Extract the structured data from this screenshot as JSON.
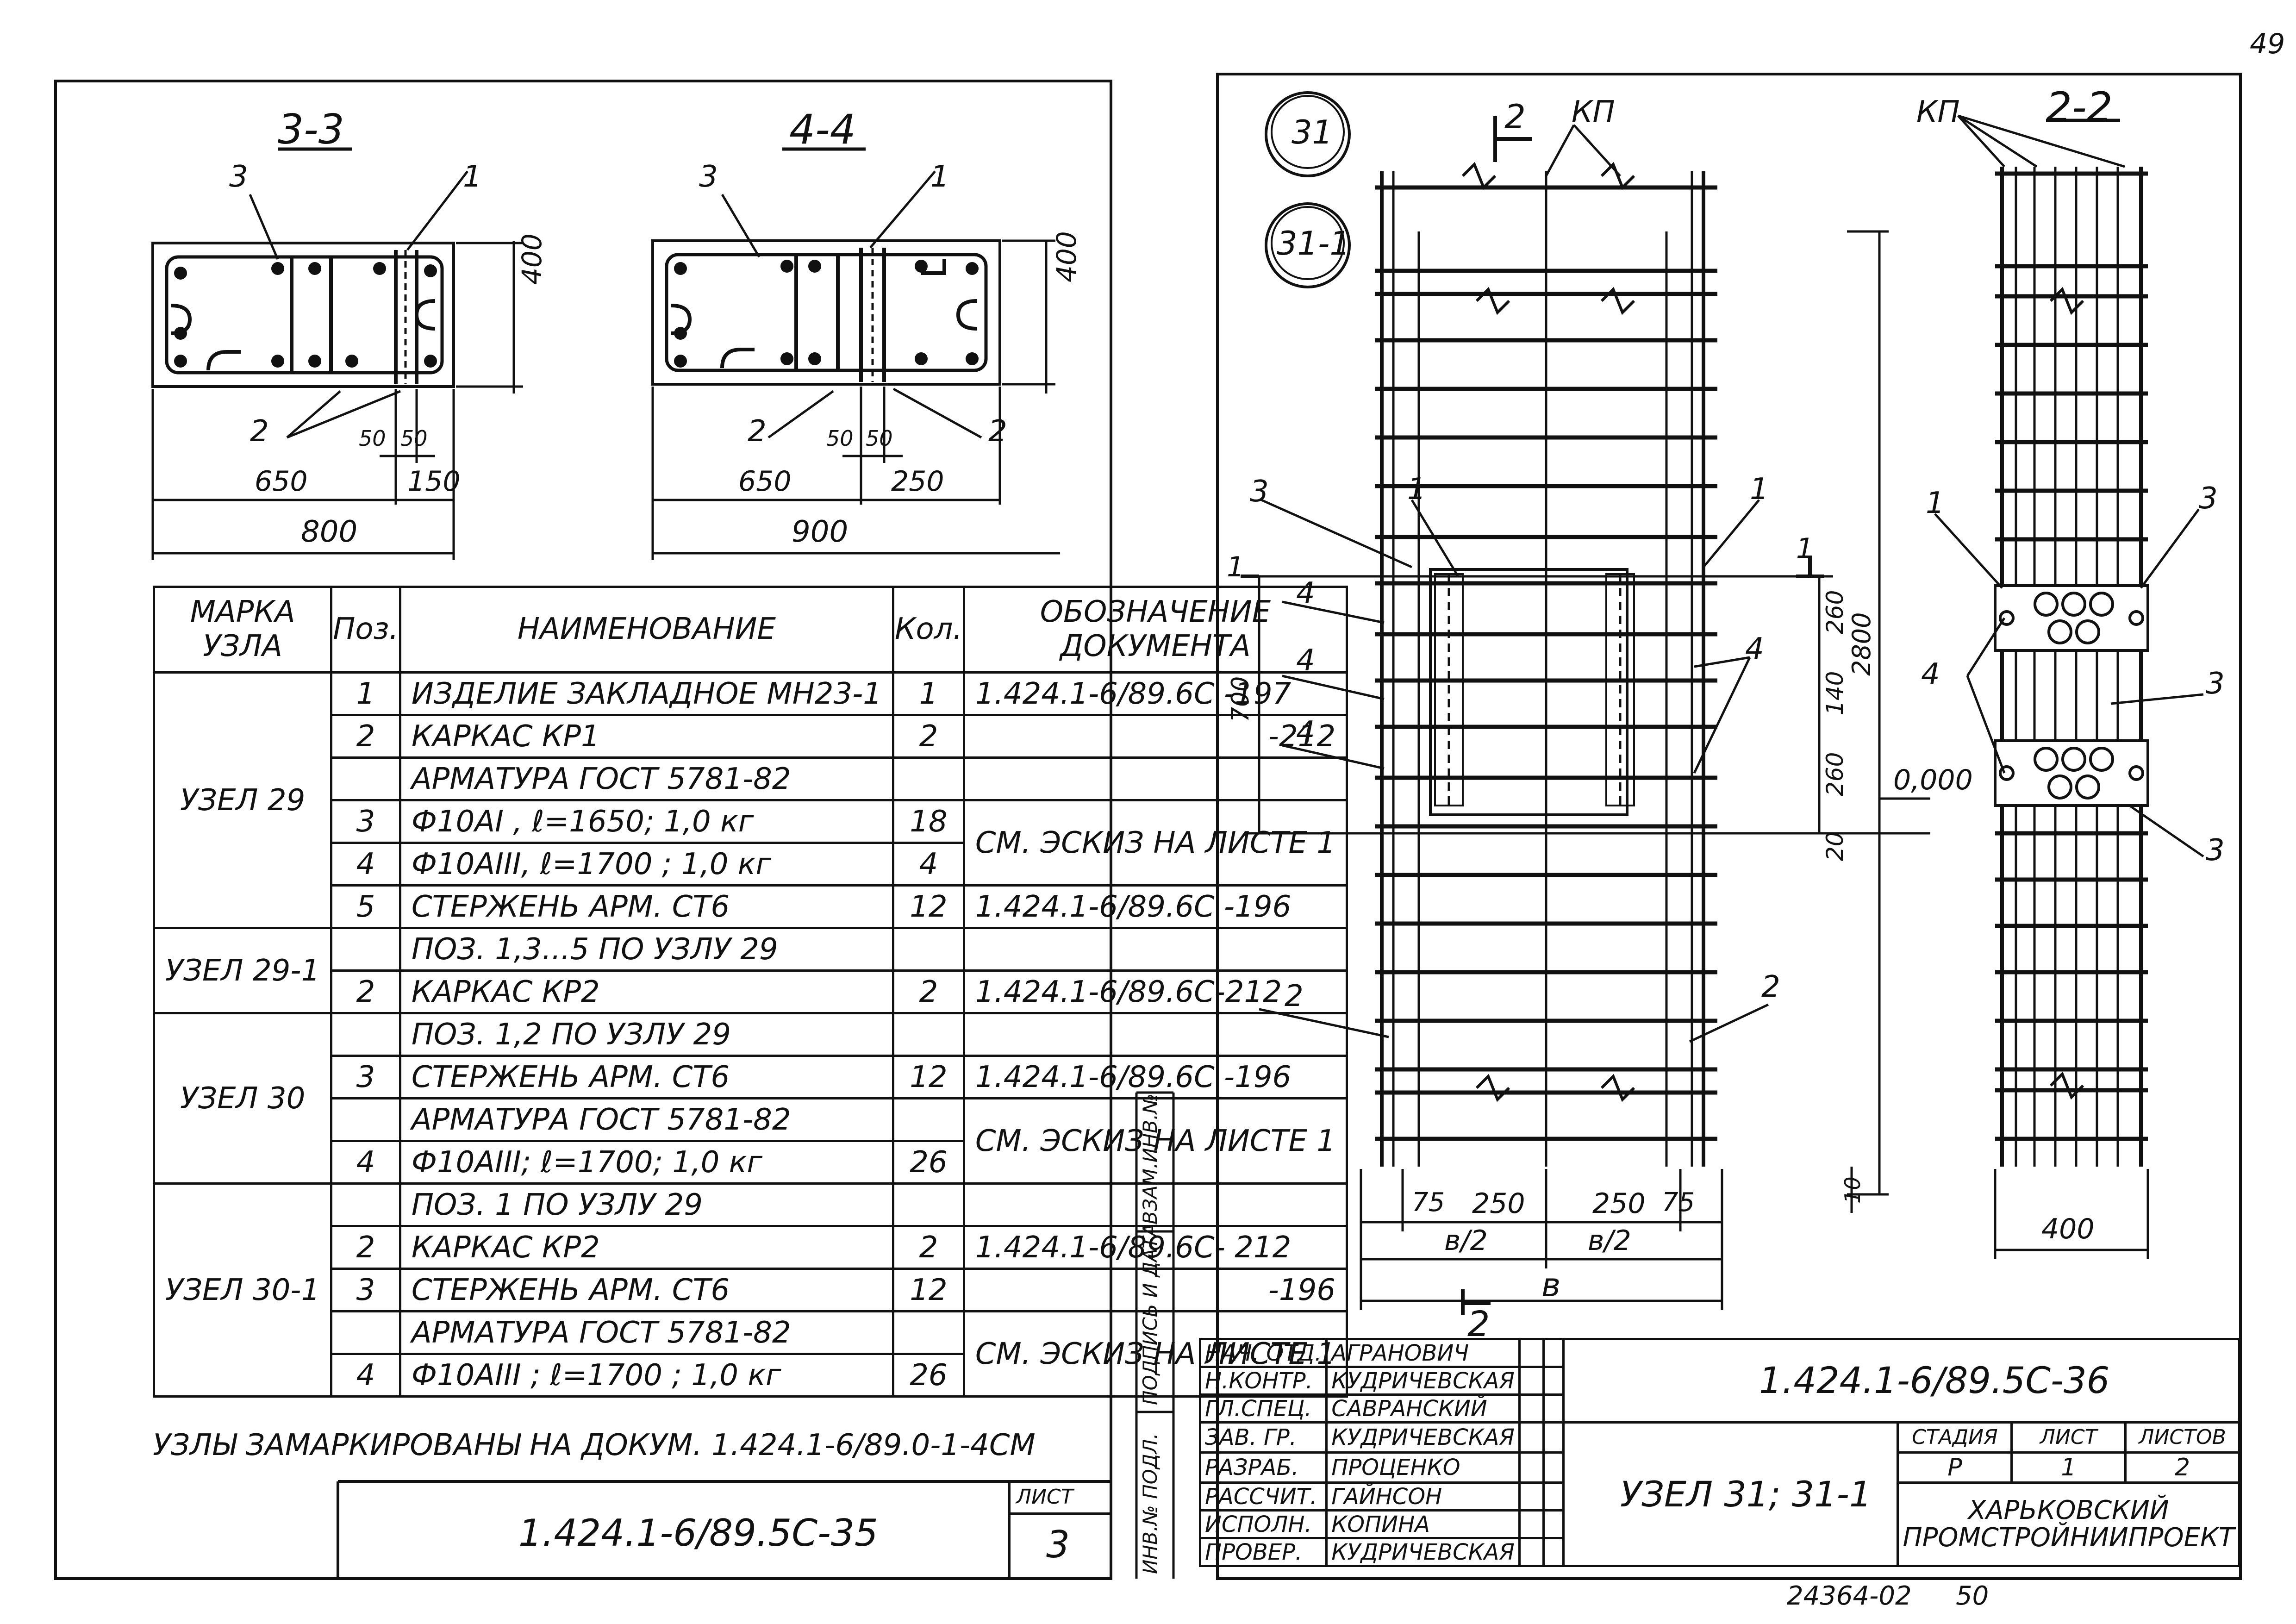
{
  "page_number": "49",
  "left_sheet": {
    "section_3_3": {
      "title": "3-3",
      "dims": {
        "h": "400",
        "a": "650",
        "b": "150",
        "s1": "50",
        "s2": "50",
        "total": "800"
      },
      "labels": {
        "p1": "1",
        "p2": "2",
        "p3": "3"
      }
    },
    "section_4_4": {
      "title": "4-4",
      "dims": {
        "h": "400",
        "a": "650",
        "b": "250",
        "s1": "50",
        "s2": "50",
        "total": "900"
      },
      "labels": {
        "p1": "1",
        "p2a": "2",
        "p2b": "2",
        "p3": "3"
      }
    },
    "table": {
      "headers": {
        "mark": "МАРКА УЗЛА",
        "pos": "Поз.",
        "name": "НАИМЕНОВАНИЕ",
        "qty": "Кол.",
        "doc": "ОБОЗНАЧЕНИЕ ДОКУМЕНТА"
      },
      "rows": [
        {
          "pos": "1",
          "name": "ИЗДЕЛИЕ ЗАКЛАДНОЕ МН23-1",
          "qty": "1",
          "doc": "1.424.1-6/89.6С -197"
        },
        {
          "pos": "2",
          "name": "КАРКАС КР1",
          "qty": "2",
          "doc": "-212"
        },
        {
          "pos": "",
          "name": "АРМАТУРА ГОСТ 5781-82",
          "qty": "",
          "doc": ""
        },
        {
          "pos": "3",
          "name": "Ф10АI , ℓ=1650; 1,0 кг",
          "qty": "18",
          "doc": "СМ. ЭСКИЗ НА ЛИСТЕ 1"
        },
        {
          "pos": "4",
          "name": "Ф10АIII, ℓ=1700 ; 1,0 кг",
          "qty": "4",
          "doc": ""
        },
        {
          "pos": "5",
          "name": "СТЕРЖЕНЬ АРМ. СТ6",
          "qty": "12",
          "doc": "1.424.1-6/89.6С -196"
        },
        {
          "pos": "",
          "name": "ПОЗ. 1,3...5 ПО УЗЛУ 29",
          "qty": "",
          "doc": ""
        },
        {
          "pos": "2",
          "name": "КАРКАС КР2",
          "qty": "2",
          "doc": "1.424.1-6/89.6С-212"
        },
        {
          "pos": "",
          "name": "ПОЗ. 1,2 ПО УЗЛУ 29",
          "qty": "",
          "doc": ""
        },
        {
          "pos": "3",
          "name": "СТЕРЖЕНЬ АРМ. СТ6",
          "qty": "12",
          "doc": "1.424.1-6/89.6С -196"
        },
        {
          "pos": "",
          "name": "АРМАТУРА ГОСТ 5781-82",
          "qty": "",
          "doc": "СМ. ЭСКИЗ НА ЛИСТЕ 1"
        },
        {
          "pos": "4",
          "name": "Ф10АIII; ℓ=1700; 1,0 кг",
          "qty": "26",
          "doc": ""
        },
        {
          "pos": "",
          "name": "ПОЗ. 1 ПО УЗЛУ 29",
          "qty": "",
          "doc": ""
        },
        {
          "pos": "2",
          "name": "КАРКАС КР2",
          "qty": "2",
          "doc": "1.424.1-6/89.6С- 212"
        },
        {
          "pos": "3",
          "name": "СТЕРЖЕНЬ АРМ. СТ6",
          "qty": "12",
          "doc": "-196"
        },
        {
          "pos": "",
          "name": "АРМАТУРА ГОСТ 5781-82",
          "qty": "",
          "doc": "СМ. ЭСКИЗ НА ЛИСТЕ 1"
        },
        {
          "pos": "4",
          "name": "Ф10АIII ; ℓ=1700 ; 1,0 кг",
          "qty": "26",
          "doc": ""
        }
      ],
      "marks": [
        "УЗЕЛ 29",
        "УЗЕЛ 29-1",
        "УЗЕЛ 30",
        "УЗЕЛ 30-1"
      ]
    },
    "note": "УЗЛЫ ЗАМАРКИРОВАНЫ НА ДОКУМ. 1.424.1-6/89.0-1-4СМ",
    "doc_code": "1.424.1-6/89.5С-35",
    "sheet_label": "ЛИСТ",
    "sheet_number": "3"
  },
  "right_sheet": {
    "node_marks": [
      "31",
      "31-1"
    ],
    "labels": {
      "kp": "КП",
      "kp2": "КП",
      "s2": "2",
      "section_1": "1",
      "section_1b": "1",
      "section_2_2": "2-2",
      "b_half1": "в/2",
      "b_half2": "в/2",
      "b": "в",
      "mark_2": "2",
      "elev": "0,000"
    },
    "pos_labels": [
      "3",
      "1",
      "1",
      "4",
      "4",
      "4",
      "2",
      "2",
      "1",
      "3",
      "4",
      "3",
      "3"
    ],
    "dims_v": [
      "700",
      "260",
      "140",
      "260",
      "20",
      "2800",
      "10"
    ],
    "dims_h": [
      "75",
      "250",
      "250",
      "75",
      "400"
    ],
    "title_block": {
      "roles": [
        "НАЧ. ОТД.",
        "Н.КОНТР.",
        "ГЛ.СПЕЦ.",
        "ЗАВ. ГР.",
        "РАЗРАБ.",
        "РАССЧИТ.",
        "ИСПОЛН.",
        "ПРОВЕР."
      ],
      "names": [
        "АГРАНОВИЧ",
        "КУДРИЧЕВСКАЯ",
        "САВРАНСКИЙ",
        "КУДРИЧЕВСКАЯ",
        "ПРОЦЕНКО",
        "ГАЙНСОН",
        "КОПИНА",
        "КУДРИЧЕВСКАЯ"
      ],
      "doc_code": "1.424.1-6/89.5С-36",
      "title": "УЗЕЛ 31; 31-1",
      "stage_header": "СТАДИЯ",
      "sheet_header": "ЛИСТ",
      "sheets_header": "ЛИСТОВ",
      "stage": "Р",
      "sheet": "1",
      "sheets": "2",
      "org": "ХАРЬКОВСКИЙ ПРОМСТРОЙНИИПРОЕКТ"
    },
    "side_stamp": [
      "ИНВ.№ ПОДЛ.",
      "ПОДПИСЬ И ДАТА",
      "ВЗАМ.ИНВ.№"
    ],
    "bottom_code": "24364-02",
    "bottom_page": "50"
  }
}
